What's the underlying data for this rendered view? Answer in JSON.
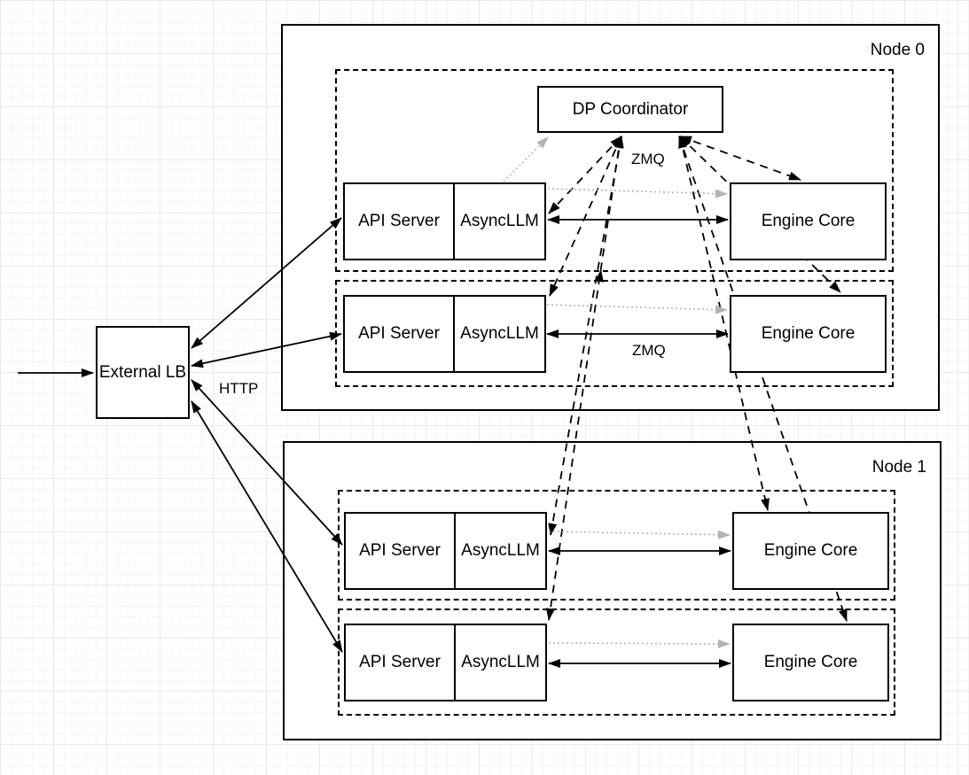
{
  "external_lb": {
    "label": "External LB"
  },
  "coordinator": {
    "label": "DP Coordinator"
  },
  "nodes": [
    {
      "label": "Node 0",
      "rows": [
        {
          "api": "API Server",
          "asyncllm": "AsyncLLM",
          "engine": "Engine Core"
        },
        {
          "api": "API Server",
          "asyncllm": "AsyncLLM",
          "engine": "Engine Core"
        }
      ]
    },
    {
      "label": "Node 1",
      "rows": [
        {
          "api": "API Server",
          "asyncllm": "AsyncLLM",
          "engine": "Engine Core"
        },
        {
          "api": "API Server",
          "asyncllm": "AsyncLLM",
          "engine": "Engine Core"
        }
      ]
    }
  ],
  "edge_labels": {
    "http": "HTTP",
    "zmq_coordinator": "ZMQ",
    "zmq_engine": "ZMQ"
  },
  "colors": {
    "stroke": "#000000",
    "dotted_gray": "#b3b3b3",
    "canvas": "#ffffff"
  },
  "connections": {
    "solid_two_way": [
      "External LB <-> API Server (Node 0 row 1), labeled HTTP",
      "External LB <-> API Server (Node 0 row 2)",
      "External LB <-> API Server (Node 1 row 1)",
      "External LB <-> API Server (Node 1 row 2)",
      "AsyncLLM <-> Engine Core (each row), labeled ZMQ"
    ],
    "solid_one_way": [
      "incoming traffic -> External LB"
    ],
    "dashed_two_way": [
      "DP Coordinator <-> each AsyncLLM (ZMQ)",
      "DP Coordinator <-> each Engine Core (ZMQ)"
    ],
    "gray_dotted_one_way": [
      "AsyncLLM (Node 0 row 1) -> DP Coordinator",
      "each AsyncLLM -> its Engine Core"
    ]
  }
}
